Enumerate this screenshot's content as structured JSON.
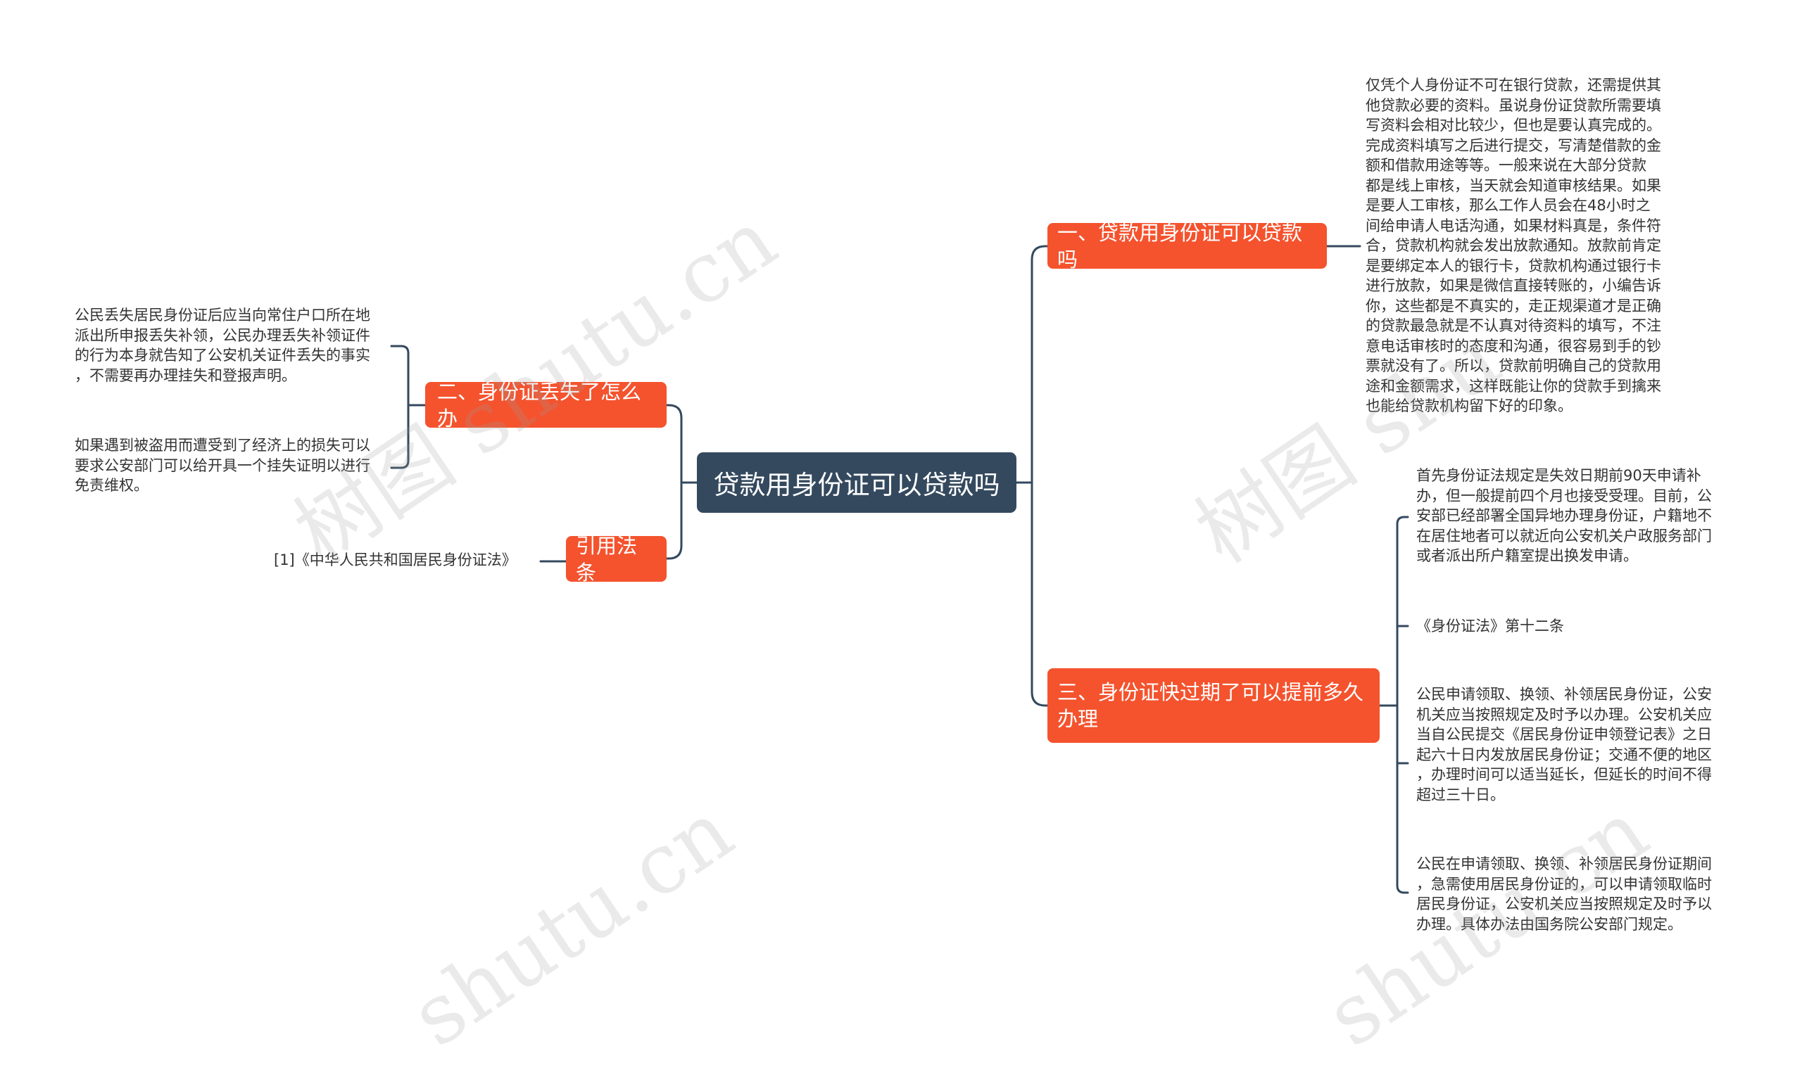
{
  "root": {
    "title": "贷款用身份证可以贷款吗"
  },
  "branches": {
    "b1": {
      "title": "一、贷款用身份证可以贷款吗",
      "details": [
        "仅凭个人身份证不可在银行贷款，还需提供其\n他贷款必要的资料。虽说身份证贷款所需要填\n写资料会相对比较少，但也是要认真完成的。\n完成资料填写之后进行提交，写清楚借款的金\n额和借款用途等等。一般来说在大部分贷款\n都是线上审核，当天就会知道审核结果。如果\n是要人工审核，那么工作人员会在48小时之\n间给申请人电话沟通，如果材料真是，条件符\n合，贷款机构就会发出放款通知。放款前肯定\n是要绑定本人的银行卡，贷款机构通过银行卡\n进行放款，如果是微信直接转账的，小编告诉\n你，这些都是不真实的，走正规渠道才是正确\n的贷款最急就是不认真对待资料的填写，不注\n意电话审核时的态度和沟通，很容易到手的钞\n票就没有了。所以，贷款前明确自己的贷款用\n途和金额需求，这样既能让你的贷款手到擒来\n也能给贷款机构留下好的印象。"
      ]
    },
    "b2": {
      "title": "二、身份证丢失了怎么办",
      "details": [
        "公民丢失居民身份证后应当向常住户口所在地\n派出所申报丢失补领，公民办理丢失补领证件\n的行为本身就告知了公安机关证件丢失的事实\n，不需要再办理挂失和登报声明。",
        "如果遇到被盗用而遭受到了经济上的损失可以\n要求公安部门可以给开具一个挂失证明以进行\n免责维权。"
      ]
    },
    "b3": {
      "title": "引用法条",
      "details": [
        "[1]《中华人民共和国居民身份证法》"
      ]
    },
    "b4": {
      "title": "三、身份证快过期了可以提前多久\n办理",
      "details": [
        "首先身份证法规定是失效日期前90天申请补\n办，但一般提前四个月也接受受理。目前，公\n安部已经部署全国异地办理身份证，户籍地不\n在居住地者可以就近向公安机关户政服务部门\n或者派出所户籍室提出换发申请。",
        "《身份证法》第十二条",
        "公民申请领取、换领、补领居民身份证，公安\n机关应当按照规定及时予以办理。公安机关应\n当自公民提交《居民身份证申领登记表》之日\n起六十日内发放居民身份证；交通不便的地区\n，办理时间可以适当延长，但延长的时间不得\n超过三十日。",
        "公民在申请领取、换领、补领居民身份证期间\n，急需使用居民身份证的，可以申请领取临时\n居民身份证，公安机关应当按照规定及时予以\n办理。具体办法由国务院公安部门规定。"
      ]
    }
  },
  "watermark": {
    "text_a": "树图 shutu.cn",
    "text_b": "树图 shu",
    "text_c": "shutu.cn"
  },
  "colors": {
    "root": "#34495e",
    "branch": "#f4532e",
    "line": "#34495e",
    "text": "#333333"
  }
}
